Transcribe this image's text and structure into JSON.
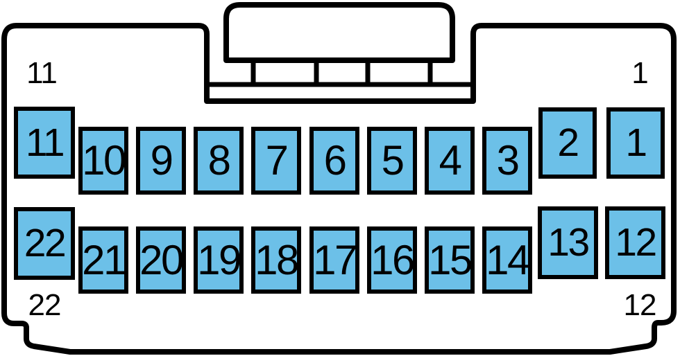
{
  "diagram": {
    "kind": "connector-pinout",
    "corner_labels": {
      "top_left": "11",
      "top_right": "1",
      "bottom_left": "22",
      "bottom_right": "12"
    }
  },
  "pins_top": [
    "11",
    "10",
    "9",
    "8",
    "7",
    "6",
    "5",
    "4",
    "3",
    "2",
    "1"
  ],
  "pins_bottom": [
    "22",
    "21",
    "20",
    "19",
    "18",
    "17",
    "16",
    "15",
    "14",
    "13",
    "12"
  ],
  "colors": {
    "pin_fill": "#6CC0E8",
    "outline": "#000000",
    "background": "#FFFFFF",
    "text": "#000000"
  }
}
